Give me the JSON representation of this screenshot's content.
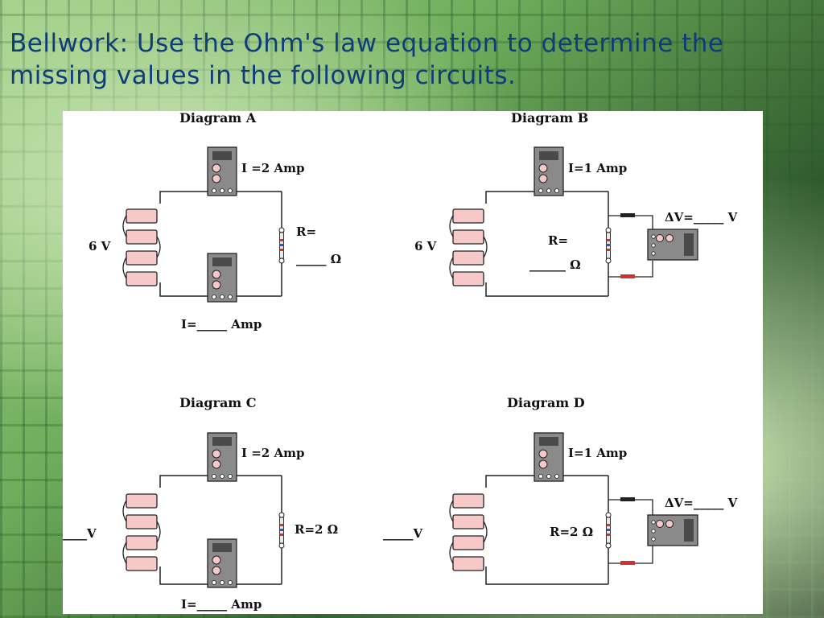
{
  "slide": {
    "title": "Bellwork: Use the Ohm's law equation to determine the missing values in the following circuits."
  },
  "diagrams": [
    {
      "name": "Diagram A",
      "top_meter": "I =2 Amp",
      "battery": "6 V",
      "resistor": "R=",
      "resistor_blank": "_____ Ω",
      "bottom": "I=_____ Amp"
    },
    {
      "name": "Diagram B",
      "top_meter": "I=1 Amp",
      "battery": "6 V",
      "resistor": "R=",
      "resistor_blank": "______ Ω",
      "voltmeter": "ΔV=_____ V"
    },
    {
      "name": "Diagram C",
      "top_meter": "I =2 Amp",
      "battery": "____V",
      "resistor": "R=2 Ω",
      "bottom": "I=_____ Amp"
    },
    {
      "name": "Diagram D",
      "top_meter": "I=1 Amp",
      "battery": "_____V",
      "resistor": "R=2 Ω",
      "voltmeter": "ΔV=_____ V"
    }
  ],
  "colors": {
    "title": "#0f3d7a",
    "meter_body": "#8a8a8a",
    "meter_screen": "#4a4a4a",
    "cell": "#f6c8c8"
  }
}
